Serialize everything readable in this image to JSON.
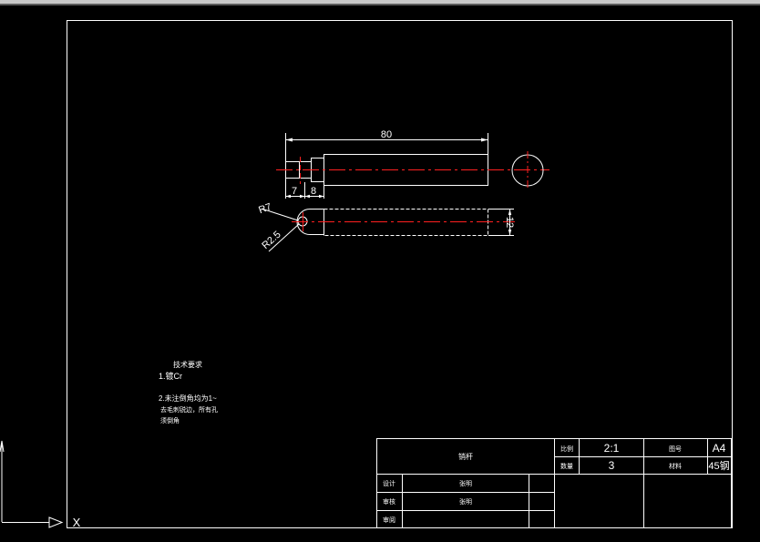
{
  "drawing": {
    "dimensions": {
      "length": "80",
      "seg1": "7",
      "seg2": "8",
      "radius_outer": "R7",
      "radius_inner": "R2.5",
      "width": "12"
    },
    "notes": {
      "heading": "技术要求",
      "item1": "1.镀Cr",
      "item2_line1": "2.未注倒角均为1~",
      "item2_line2": "去毛刺锐边，所有孔",
      "item2_line3": "须倒角"
    },
    "title_block": {
      "part_name": "销杆",
      "scale_label": "比例",
      "scale_value": "2:1",
      "qty_label": "数量",
      "qty_value": "3",
      "drawing_no_label": "图号",
      "drawing_no_value": "A4",
      "material_label": "材料",
      "material_value": "45钢",
      "designer_label": "设计",
      "designer_value": "张明",
      "checker_label": "审核",
      "checker_value": "张明",
      "approver_label": "审阅"
    }
  },
  "ucs": {
    "x_label": "X"
  },
  "colors": {
    "background": "#000000",
    "line": "#ffffff",
    "center_line": "#ff0000"
  }
}
